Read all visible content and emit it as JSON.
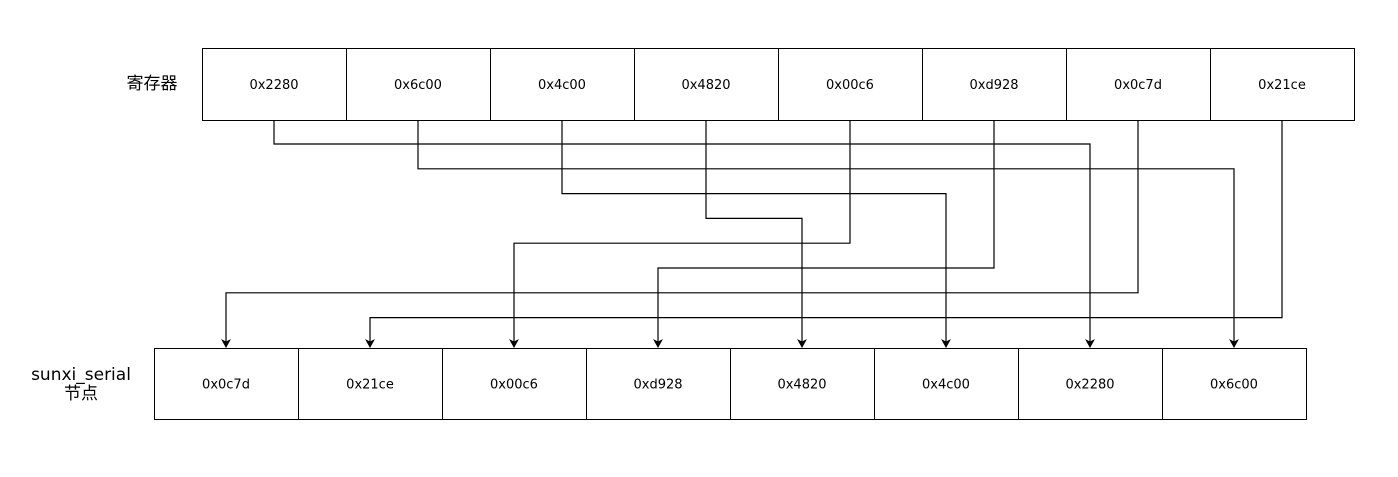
{
  "labels": {
    "top": "寄存器",
    "bottom_line1": "sunxi_serial",
    "bottom_line2": "节点"
  },
  "registers": [
    "0x2280",
    "0x6c00",
    "0x4c00",
    "0x4820",
    "0x00c6",
    "0xd928",
    "0x0c7d",
    "0x21ce"
  ],
  "serial_node": [
    "0x0c7d",
    "0x21ce",
    "0x00c6",
    "0xd928",
    "0x4820",
    "0x4c00",
    "0x2280",
    "0x6c00"
  ],
  "mapping": [
    {
      "from": 0,
      "to": 6
    },
    {
      "from": 1,
      "to": 7
    },
    {
      "from": 2,
      "to": 5
    },
    {
      "from": 3,
      "to": 4
    },
    {
      "from": 4,
      "to": 2
    },
    {
      "from": 5,
      "to": 3
    },
    {
      "from": 6,
      "to": 0
    },
    {
      "from": 7,
      "to": 1
    }
  ],
  "colors": {
    "stroke": "#000000",
    "background": "#ffffff"
  }
}
